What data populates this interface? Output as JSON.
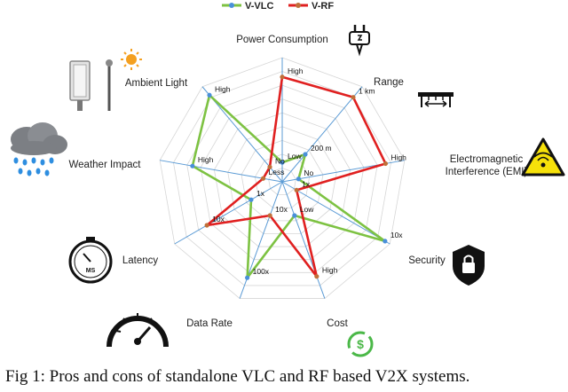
{
  "caption": "Fig 1: Pros and cons of standalone VLC and RF based V2X systems.",
  "chart_data": {
    "type": "radar",
    "axes": [
      "Power Consumption",
      "Range",
      "Electromagnetic Interference (EMI)",
      "Security",
      "Cost",
      "Data Rate",
      "Latency",
      "Weather Impact",
      "Ambient Light"
    ],
    "levels": 9,
    "series": [
      {
        "name": "V-VLC",
        "color": "#7dc242",
        "marker_color": "#4a90d9",
        "values": [
          1.4,
          2.6,
          1.2,
          8.6,
          2.6,
          7.4,
          2.6,
          6.6,
          8.2
        ],
        "value_labels": [
          "Low",
          "200 m",
          "No",
          "10x",
          "Low",
          "100x",
          "1x",
          "High",
          "High"
        ]
      },
      {
        "name": "V-RF",
        "color": "#e02020",
        "marker_color": "#c0703a",
        "values": [
          7.6,
          8.0,
          7.6,
          1.2,
          7.3,
          2.6,
          6.3,
          1.4,
          1.4
        ],
        "value_labels": [
          "High",
          "1 km",
          "High",
          "1x",
          "High",
          "10x",
          "10x",
          "Less",
          "No"
        ]
      }
    ],
    "icons": [
      "plug-icon",
      "range-ruler-icon",
      "emi-warning-icon",
      "security-lock-icon",
      "cost-dollar-icon",
      "speedometer-icon",
      "stopwatch-icon",
      "weather-rain-icon",
      "streetlight-sun-icon"
    ],
    "legend": {
      "position": "top"
    },
    "grid": true
  }
}
